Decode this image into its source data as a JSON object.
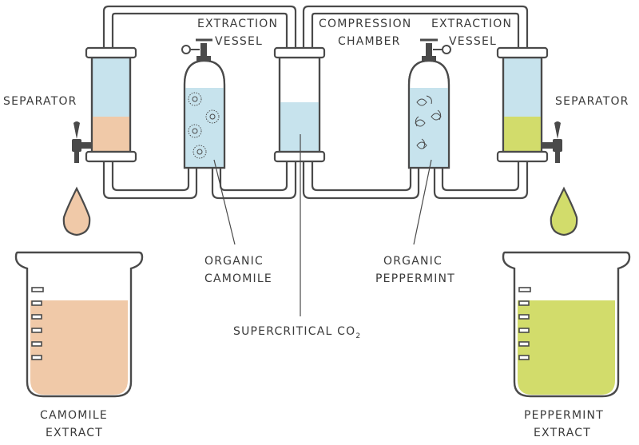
{
  "labels": {
    "separator_left": "SEPARATOR",
    "separator_right": "SEPARATOR",
    "extraction_left_1": "EXTRACTION",
    "extraction_left_2": "VESSEL",
    "compression_1": "COMPRESSION",
    "compression_2": "CHAMBER",
    "extraction_right_1": "EXTRACTION",
    "extraction_right_2": "VESSEL",
    "organic_camomile_1": "ORGANIC",
    "organic_camomile_2": "CAMOMILE",
    "organic_peppermint_1": "ORGANIC",
    "organic_peppermint_2": "PEPPERMINT",
    "supercritical": "SUPERCRITICAL CO",
    "supercritical_sub": "2",
    "camomile_extract_1": "CAMOMILE",
    "camomile_extract_2": "EXTRACT",
    "peppermint_extract_1": "PEPPERMINT",
    "peppermint_extract_2": "EXTRACT"
  },
  "colors": {
    "outline": "#4a4a4a",
    "water": "#c7e3ed",
    "camomile": "#f0c9a8",
    "peppermint": "#d2dc6b"
  },
  "fill_levels": {
    "camomile_separator": 0.33,
    "peppermint_separator": 0.3,
    "compression_chamber": 0.55,
    "camomile_beaker": 0.75,
    "peppermint_beaker": 0.75
  }
}
